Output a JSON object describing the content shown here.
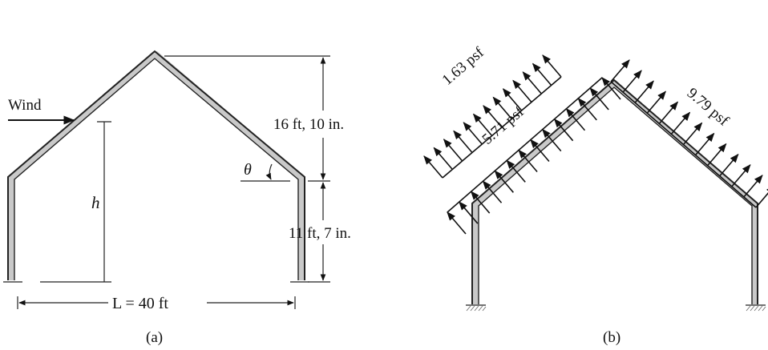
{
  "figure_a": {
    "wind_label": "Wind",
    "h_label": "h",
    "theta_label": "θ",
    "roof_height_label": "16 ft, 10 in.",
    "wall_height_label": "11 ft, 7 in.",
    "span_label": "L = 40 ft",
    "caption": "(a)"
  },
  "figure_b": {
    "windward_suction_label": "1.63 psf",
    "windward_pressure_label": "5.71 psf",
    "leeward_suction_label": "9.79 psf",
    "caption": "(b)"
  }
}
